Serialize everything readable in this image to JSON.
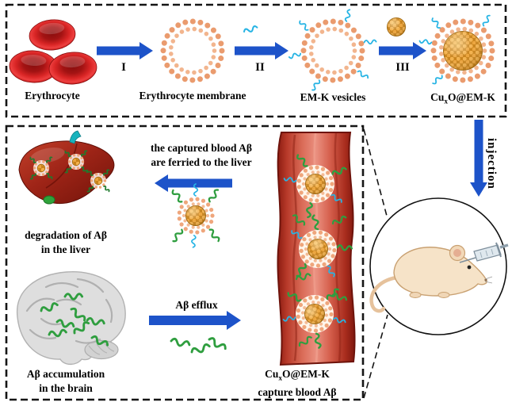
{
  "colors": {
    "accent_blue": "#1d53c9",
    "peptide_cyan": "#27b4e4",
    "abeta_green": "#2f9e3f",
    "gold": "#e8a33c",
    "membrane_peach": "#eb9e72",
    "rbc_red": "#d32222"
  },
  "top_panel": {
    "erythrocyte_label": "Erythrocyte",
    "membrane_label": "Erythrocyte membrane",
    "emk_label": "EM-K vesicles",
    "product_label_pre": "Cu",
    "product_label_sub": "x",
    "product_label_post": "O@EM-K",
    "step1": "I",
    "step2": "II",
    "step3": "III"
  },
  "injection": {
    "label": "injection"
  },
  "bottom_panel": {
    "ferry_line1": "the captured blood Aβ",
    "ferry_line2": "are ferried to the liver",
    "degradation_line1": "degradation of Aβ",
    "degradation_line2": "in the liver",
    "efflux_label": "Aβ efflux",
    "accumulation_line1": "Aβ accumulation",
    "accumulation_line2": "in the brain",
    "capture_pre": "Cu",
    "capture_sub": "x",
    "capture_post": "O@EM-K",
    "capture_line2": "capture blood Aβ"
  }
}
